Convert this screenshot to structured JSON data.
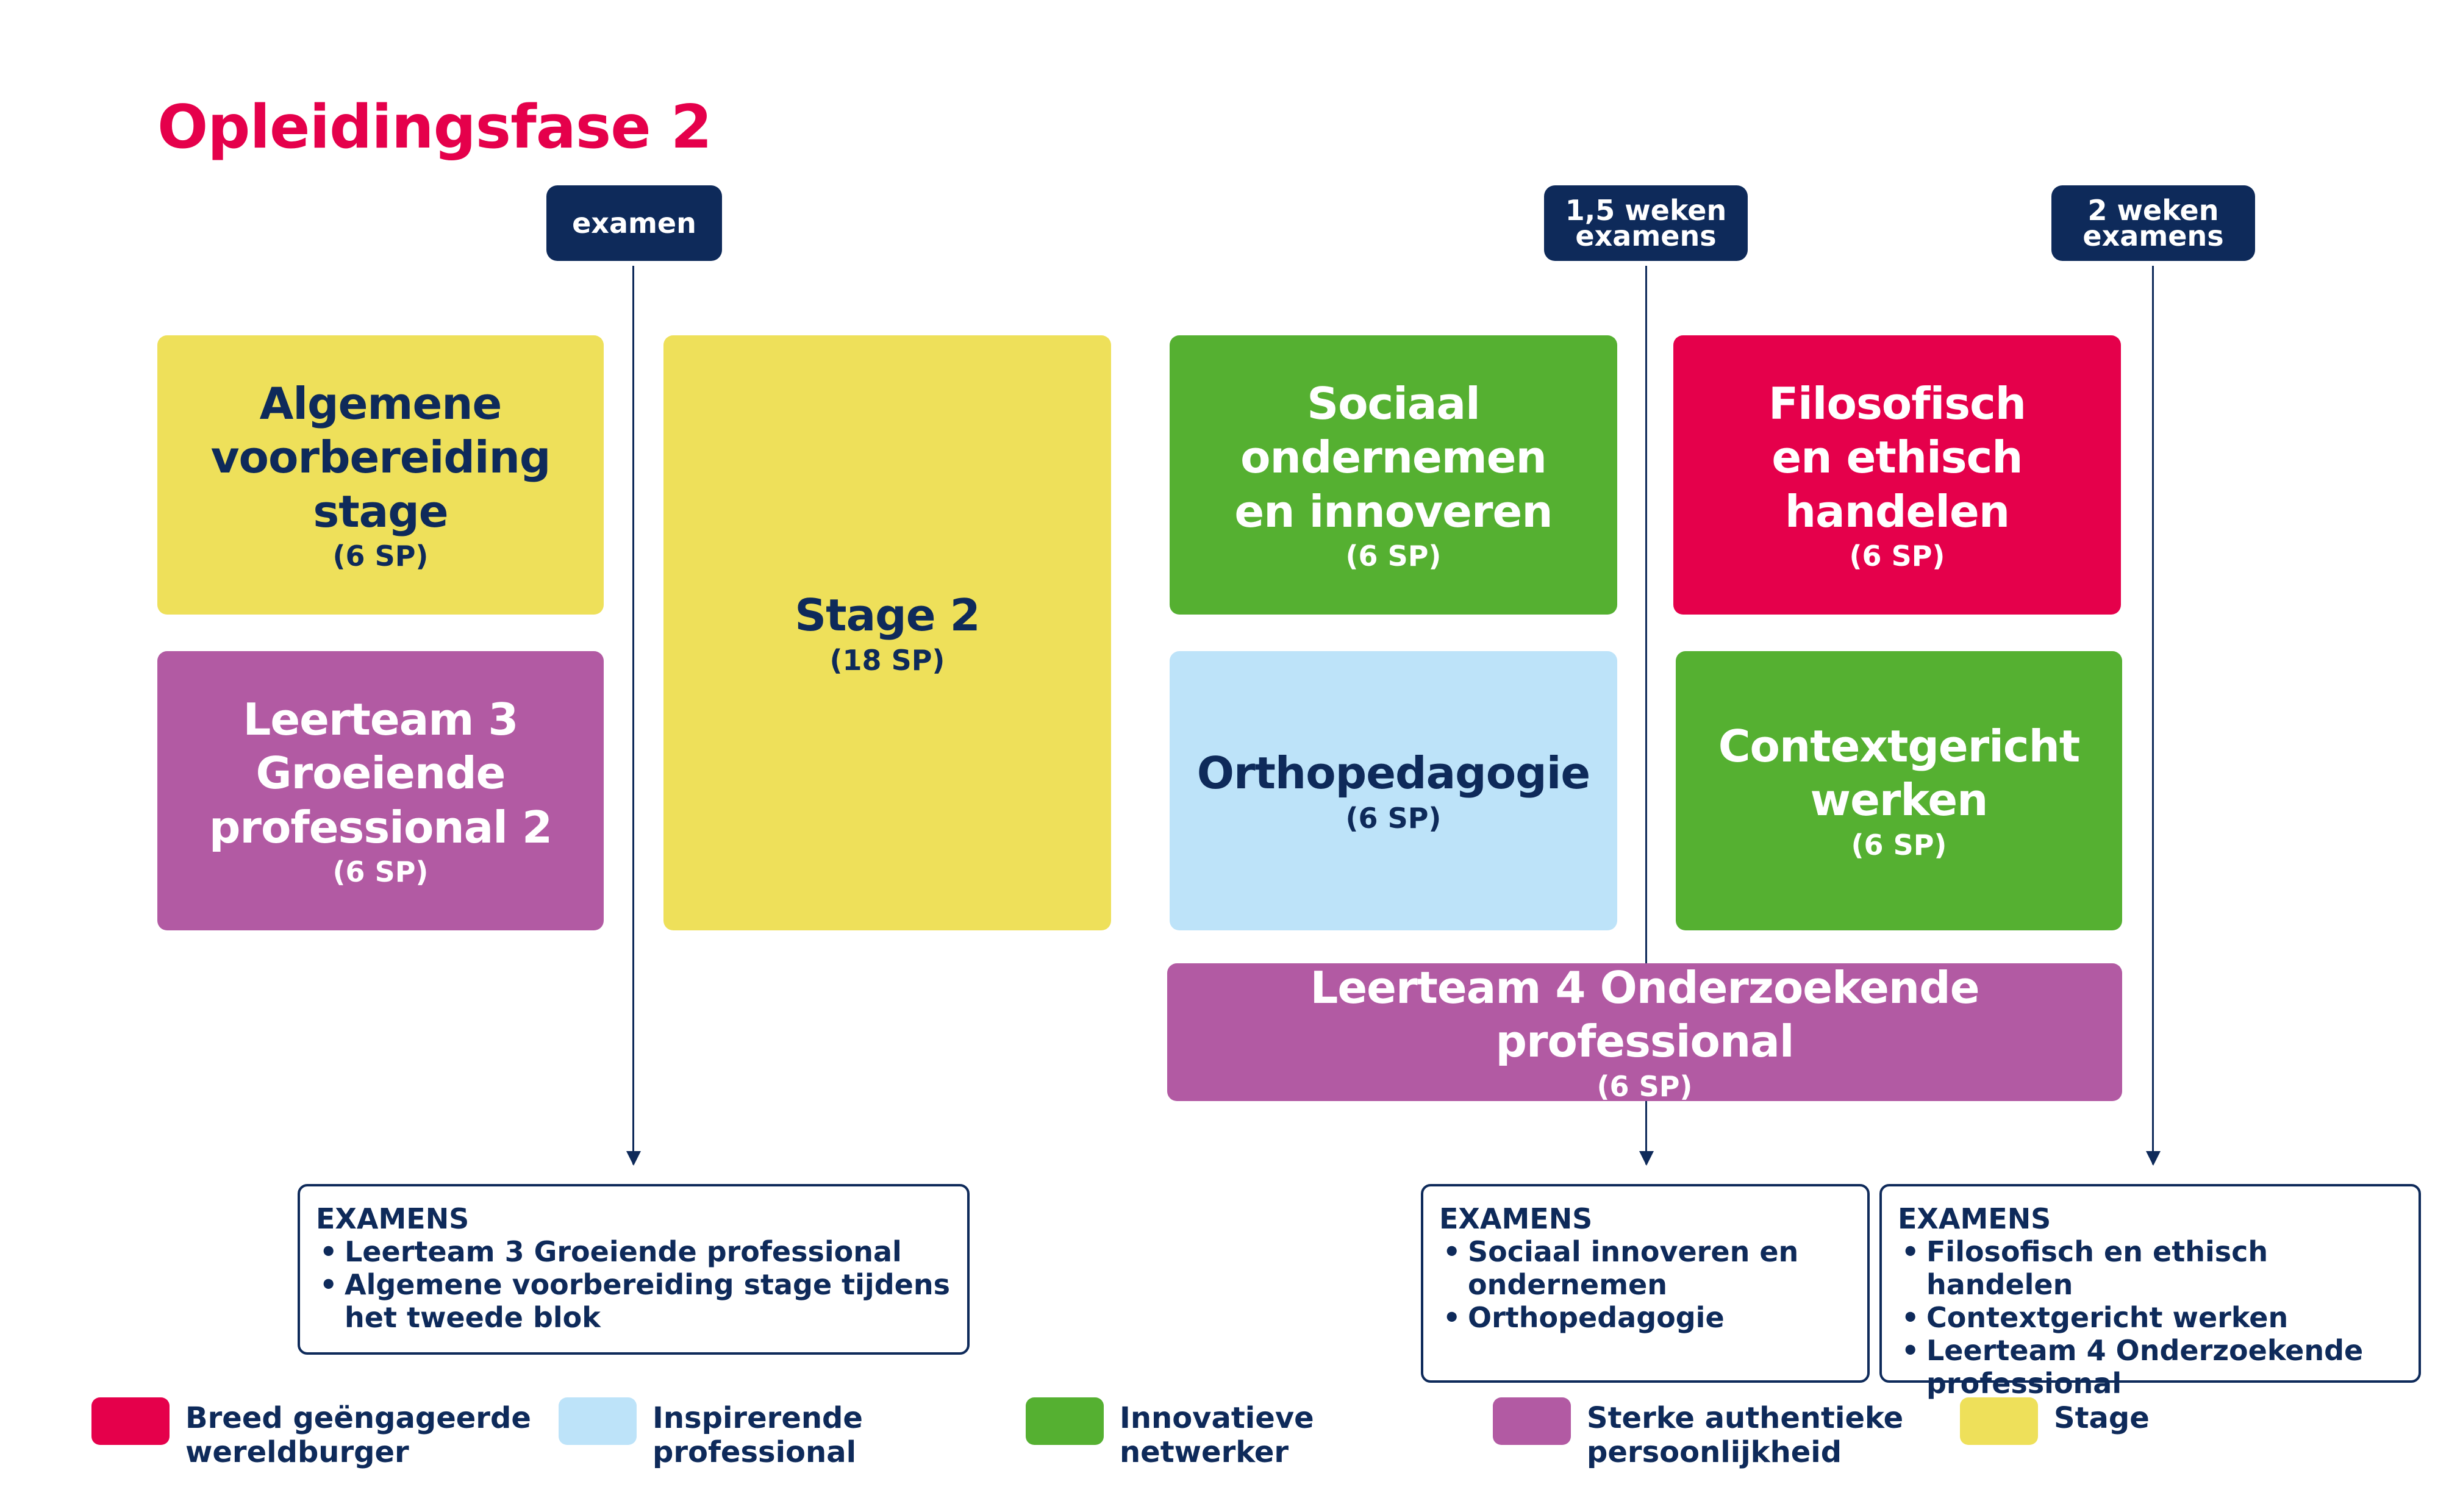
{
  "title": "Opleidingsfase 2",
  "colors": {
    "red": "#e5004b",
    "lightblue": "#bde3f9",
    "green": "#55b031",
    "purple": "#b25aa3",
    "yellow": "#eee05a",
    "navy": "#0e2a5a"
  },
  "markers": [
    {
      "lines": [
        "examen"
      ]
    },
    {
      "lines": [
        "1,5 weken",
        "examens"
      ]
    },
    {
      "lines": [
        "2 weken",
        "examens"
      ]
    }
  ],
  "modules": {
    "algemene": {
      "lines": [
        "Algemene",
        "voorbereiding",
        "stage"
      ],
      "sp": "(6 SP)"
    },
    "leerteam3": {
      "lines": [
        "Leerteam 3",
        "Groeiende",
        "professional 2"
      ],
      "sp": "(6 SP)"
    },
    "stage2": {
      "lines": [
        "Stage 2"
      ],
      "sp": "(18 SP)"
    },
    "sociaal": {
      "lines": [
        "Sociaal ondernemen",
        "en innoveren"
      ],
      "sp": "(6 SP)"
    },
    "filosofisch": {
      "lines": [
        "Filosofisch",
        "en ethisch",
        "handelen"
      ],
      "sp": "(6 SP)"
    },
    "ortho": {
      "lines": [
        "Orthopedagogie"
      ],
      "sp": "(6 SP)"
    },
    "context": {
      "lines": [
        "Contextgericht",
        "werken"
      ],
      "sp": "(6 SP)"
    },
    "leerteam4": {
      "lines": [
        "Leerteam 4 Onderzoekende professional"
      ],
      "sp": "(6 SP)"
    }
  },
  "exams": [
    {
      "heading": "EXAMENS",
      "items": [
        "Leerteam 3 Groeiende professional",
        "Algemene voorbereiding stage tijdens het tweede blok"
      ]
    },
    {
      "heading": "EXAMENS",
      "items": [
        "Sociaal innoveren en ondernemen",
        "Orthopedagogie"
      ]
    },
    {
      "heading": "EXAMENS",
      "items": [
        "Filosofisch en ethisch handelen",
        "Contextgericht werken",
        "Leerteam 4 Onderzoekende professional"
      ]
    }
  ],
  "legend": [
    {
      "lines": [
        "Breed geëngageerde",
        "wereldburger"
      ]
    },
    {
      "lines": [
        "Inspirerende",
        "professional"
      ]
    },
    {
      "lines": [
        "Innovatieve",
        "netwerker"
      ]
    },
    {
      "lines": [
        "Sterke authentieke",
        "persoonlijkheid"
      ]
    },
    {
      "lines": [
        "Stage"
      ]
    }
  ]
}
